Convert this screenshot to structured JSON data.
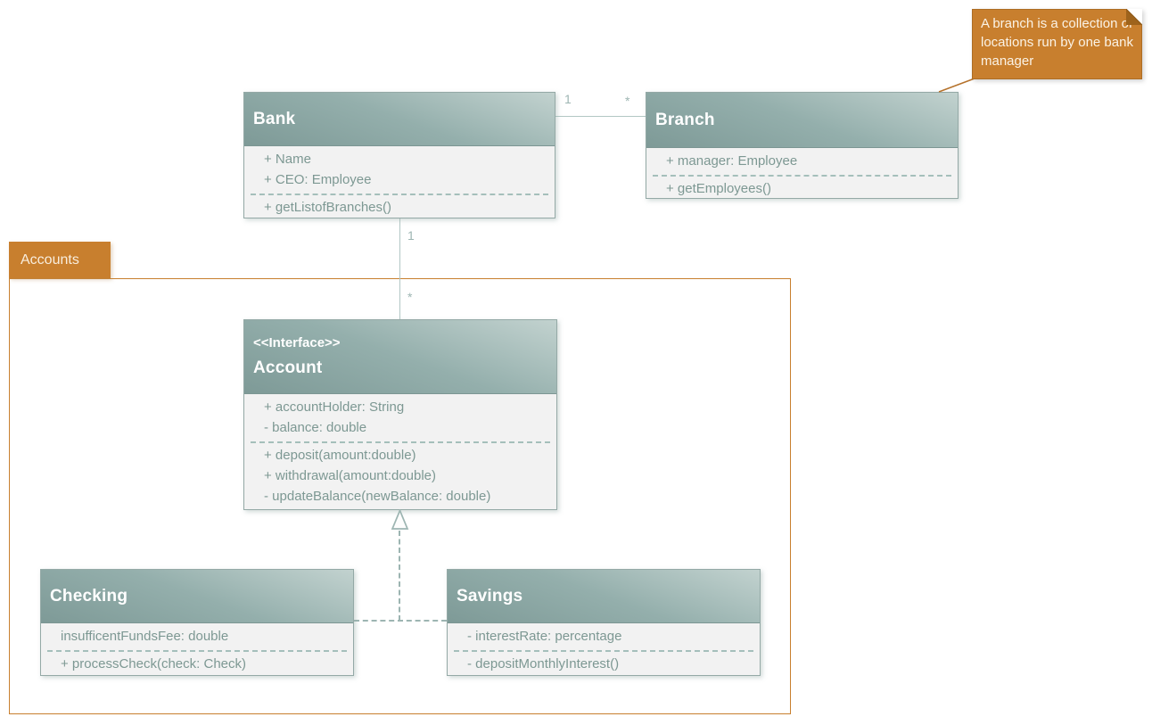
{
  "note": {
    "text": "A branch is a collection of locations run by one bank manager"
  },
  "package": {
    "label": "Accounts"
  },
  "classes": {
    "bank": {
      "name": "Bank",
      "attributes": [
        "+ Name",
        "+ CEO: Employee"
      ],
      "methods": [
        "+ getListofBranches()"
      ]
    },
    "branch": {
      "name": "Branch",
      "attributes": [
        "+ manager: Employee"
      ],
      "methods": [
        "+ getEmployees()"
      ]
    },
    "account": {
      "stereotype": "<<Interface>>",
      "name": "Account",
      "attributes": [
        "+ accountHolder: String",
        "- balance: double"
      ],
      "methods": [
        "+ deposit(amount:double)",
        "+ withdrawal(amount:double)",
        "- updateBalance(newBalance: double)"
      ]
    },
    "checking": {
      "name": "Checking",
      "attributes": [
        "insufficentFundsFee: double"
      ],
      "methods": [
        "+ processCheck(check: Check)"
      ]
    },
    "savings": {
      "name": "Savings",
      "attributes": [
        "- interestRate: percentage"
      ],
      "methods": [
        "- depositMonthlyInterest()"
      ]
    }
  },
  "relationships": {
    "bank_branch": {
      "type": "association",
      "from": "Bank",
      "to": "Branch",
      "from_multiplicity": "1",
      "to_multiplicity": "*"
    },
    "bank_account": {
      "type": "association",
      "from": "Bank",
      "to": "Account",
      "from_multiplicity": "1",
      "to_multiplicity": "*"
    },
    "checking_account": {
      "type": "realization",
      "from": "Checking",
      "to": "Account"
    },
    "savings_account": {
      "type": "realization",
      "from": "Savings",
      "to": "Account"
    }
  },
  "colors": {
    "header_teal": "#8aa5a2",
    "body_fill": "#f2f2f2",
    "teal_text": "#7d9893",
    "line_teal": "#b2c7c4",
    "orange": "#c87f2e"
  }
}
